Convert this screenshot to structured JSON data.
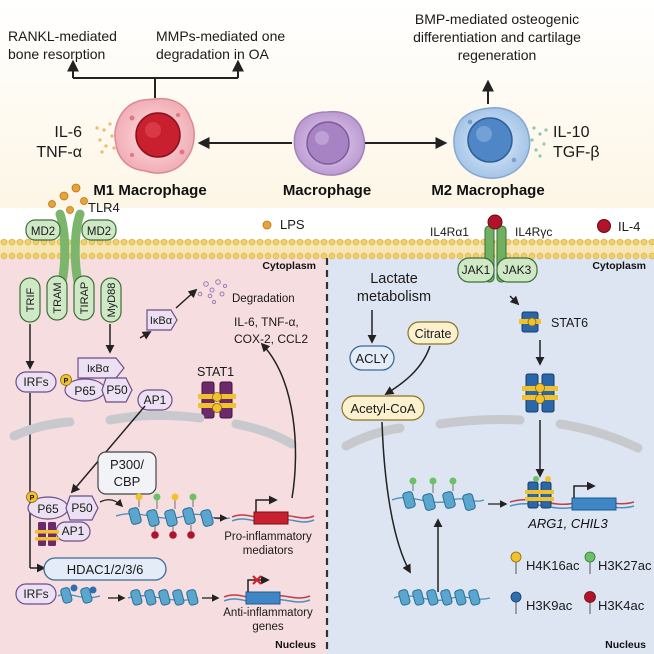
{
  "top": {
    "rankl": [
      "RANKL-mediated",
      "bone resorption"
    ],
    "mmp": [
      "MMPs-mediated one",
      "degradation in OA"
    ],
    "bmp": [
      "BMP-mediated osteogenic",
      "differentiation and cartilage",
      "regeneration"
    ],
    "m1_cytokines": [
      "IL-6",
      "TNF-α"
    ],
    "m2_cytokines": [
      "IL-10",
      "TGF-β"
    ],
    "m1_label": "M1 Macrophage",
    "mac_label": "Macrophage",
    "m2_label": "M2 Macrophage"
  },
  "membrane": {
    "tlr4": "TLR4",
    "md2": "MD2",
    "lps": "LPS",
    "il4ra": "IL4Rα1",
    "il4ryc": "IL4Rγc",
    "il4": "IL-4"
  },
  "left": {
    "cytoplasm": "Cytoplasm",
    "adapters": [
      "TRIF",
      "TRAM",
      "TIRAP",
      "MyD88"
    ],
    "irfs": "IRFs",
    "ikba": "IκBα",
    "degradation": "Degradation",
    "cytokines": [
      "IL-6, TNF-α,",
      "COX-2, CCL2"
    ],
    "p65": "P65",
    "p50": "P50",
    "ap1": "AP1",
    "stat1": "STAT1",
    "p_mark": "P",
    "p300": [
      "P300/",
      "CBP"
    ],
    "hdac": "HDAC1/2/3/6",
    "pro_inflam": [
      "Pro-inflammatory",
      "mediators"
    ],
    "anti_inflam": [
      "Anti-inflammatory",
      "genes"
    ],
    "nucleus": "Nucleus"
  },
  "right": {
    "cytoplasm": "Cytoplasm",
    "lactate": [
      "Lactate",
      "metabolism"
    ],
    "jak1": "JAK1",
    "jak3": "JAK3",
    "stat6": "STAT6",
    "acly": "ACLY",
    "citrate": "Citrate",
    "acetyl_coa": "Acetyl-CoA",
    "genes": "ARG1, CHIL3",
    "nucleus": "Nucleus",
    "legend": [
      "H4K16ac",
      "H3K27ac",
      "H3K9ac",
      "H3K4ac"
    ]
  },
  "colors": {
    "membrane": "#f2ce6a",
    "left_bg": "#f7dfe1",
    "right_bg": "#dfe6f3",
    "green": "#cfe8c6",
    "purple": "#6d2a6b",
    "yellow": "#f2c12e",
    "blue_dna": "#4b8fbf",
    "red": "#b0142a"
  }
}
